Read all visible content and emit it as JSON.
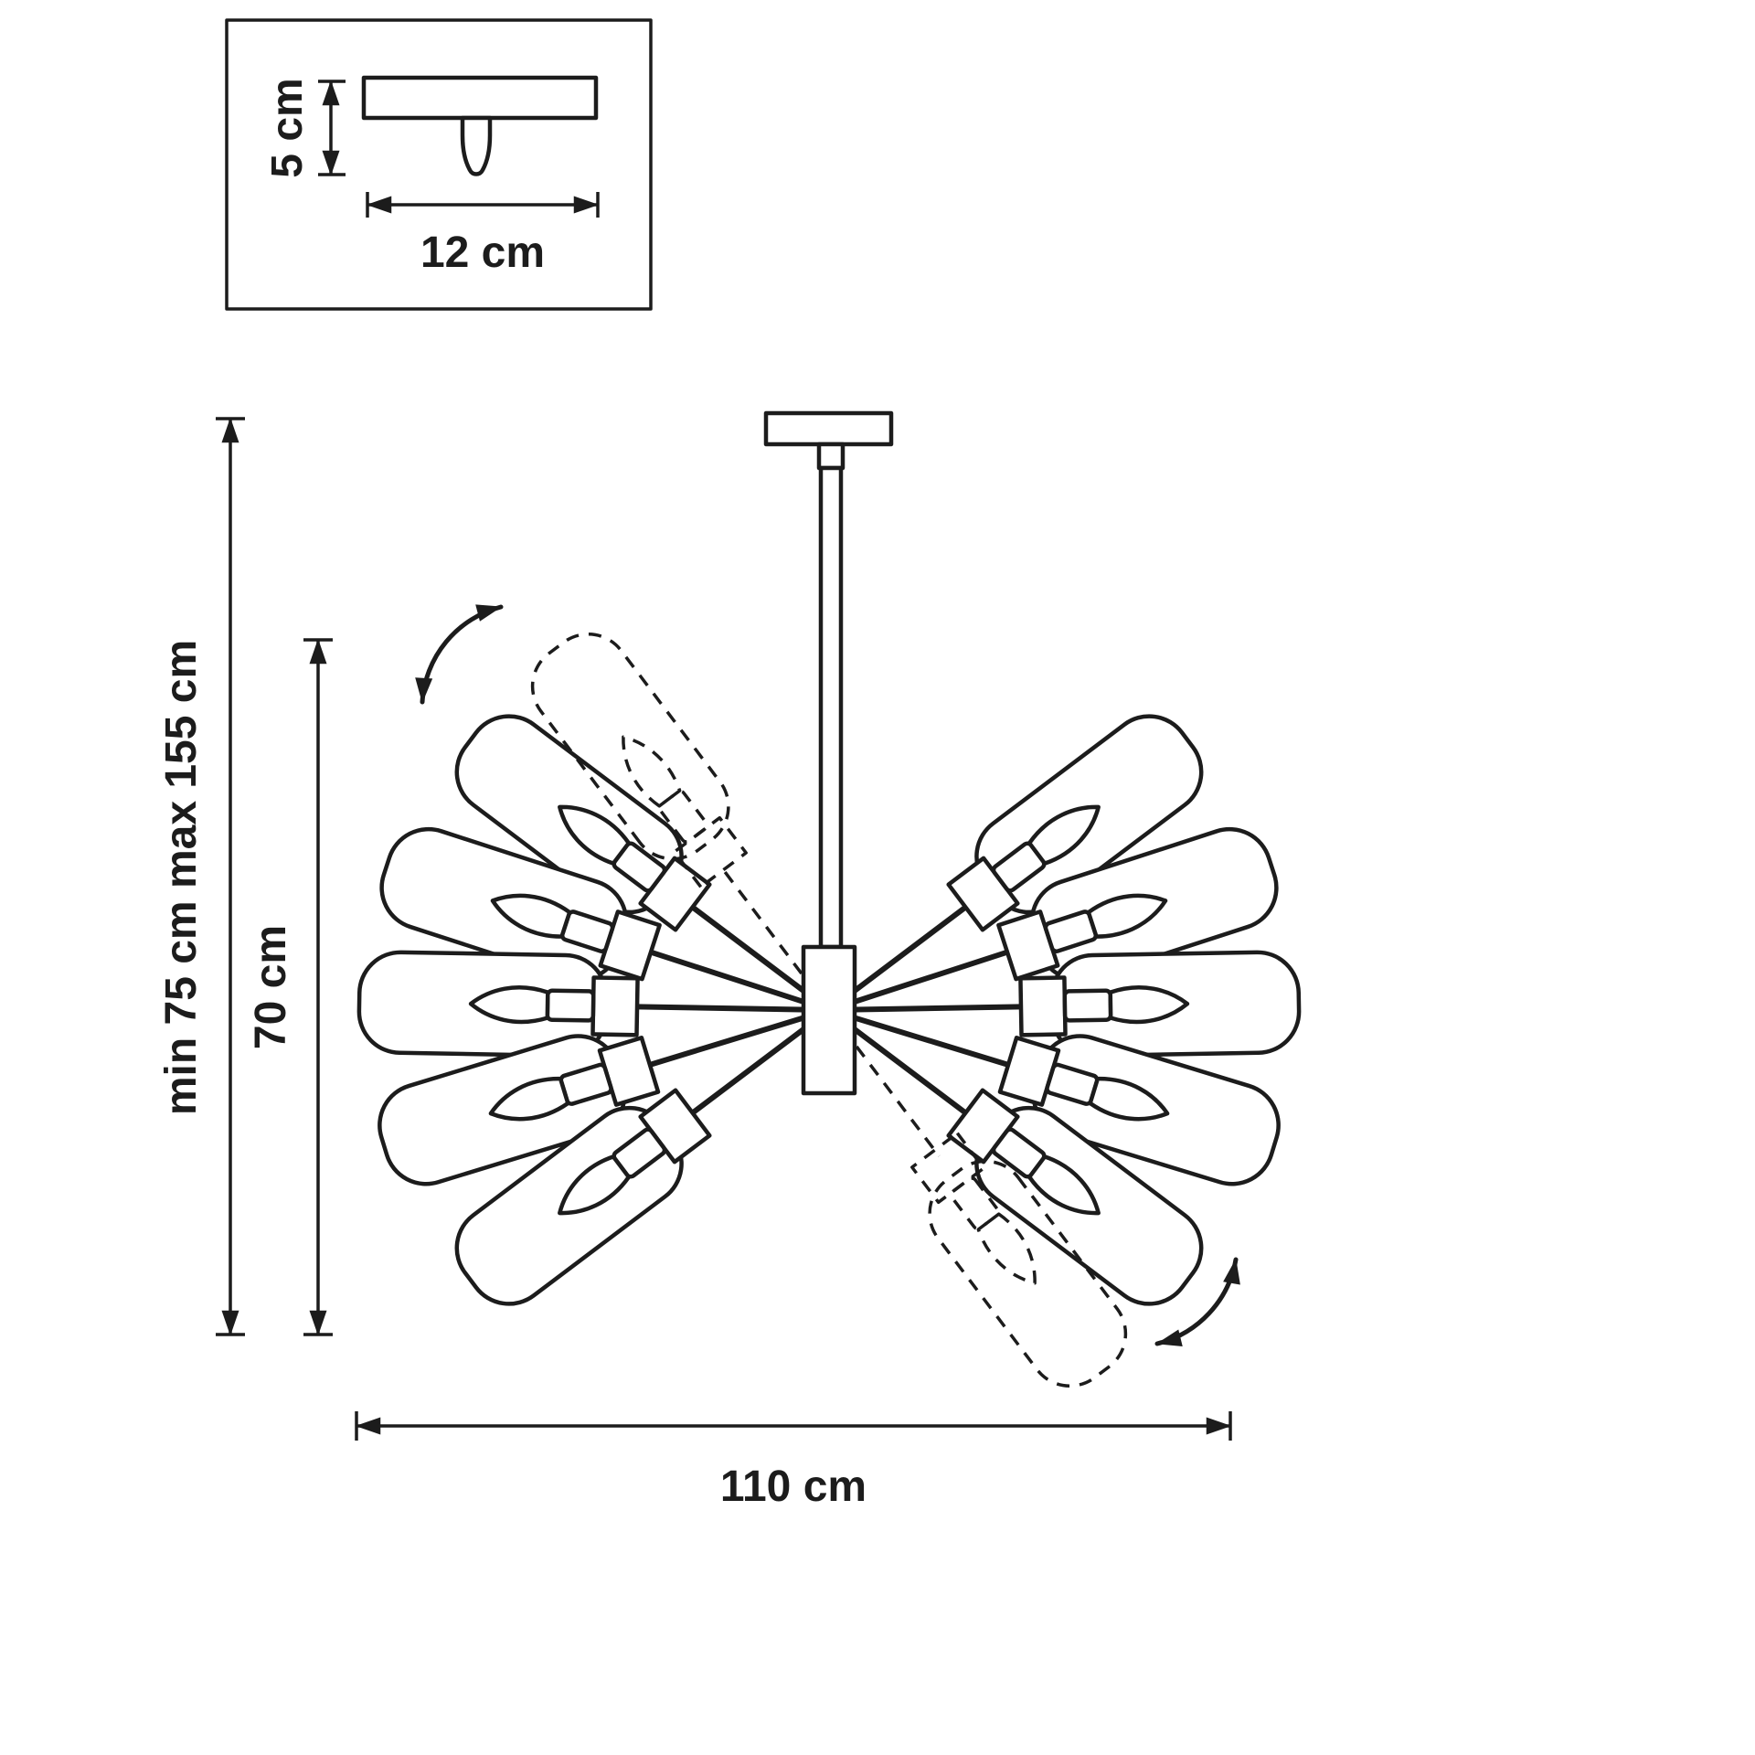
{
  "diagram": {
    "type": "technical-dimension-drawing",
    "subject": "10-arm chandelier with rotatable cylindrical glass shades and ceiling mount detail",
    "shade_count": 10,
    "labels": {
      "mount_height": "5 cm",
      "mount_width": "12 cm",
      "suspension_range": "min 75 cm max 155 cm",
      "fixture_height": "70 cm",
      "fixture_width": "110 cm"
    },
    "colors": {
      "line": "#1c1c1c",
      "background": "#ffffff"
    }
  }
}
